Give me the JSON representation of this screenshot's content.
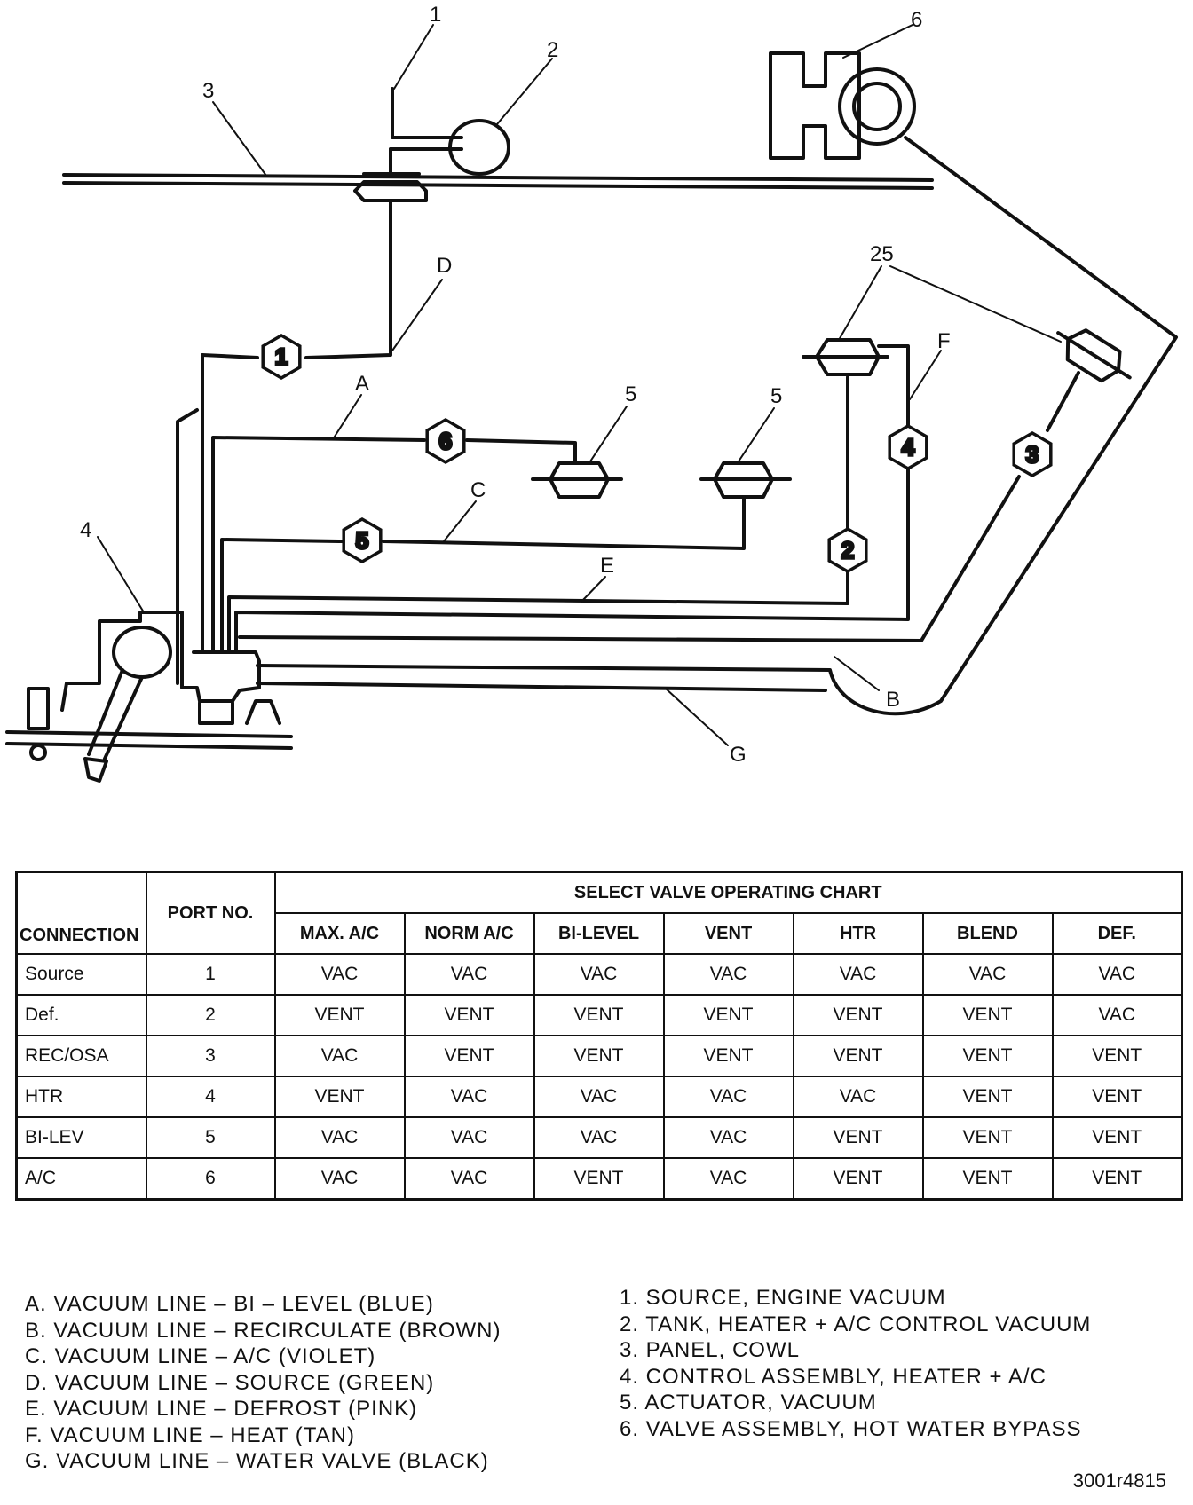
{
  "diagram": {
    "callouts": [
      "1",
      "2",
      "3",
      "4",
      "5",
      "5",
      "6",
      "25",
      "A",
      "B",
      "C",
      "D",
      "E",
      "F",
      "G"
    ],
    "port_labels": [
      "1",
      "2",
      "3",
      "4",
      "5",
      "6"
    ],
    "valve_letters": [
      "H",
      "O"
    ]
  },
  "chart": {
    "title": "SELECT VALVE OPERATING CHART",
    "connection_header": "CONNECTION",
    "port_header": "PORT NO.",
    "mode_headers": [
      "MAX. A/C",
      "NORM A/C",
      "BI-LEVEL",
      "VENT",
      "HTR",
      "BLEND",
      "DEF."
    ],
    "rows": [
      {
        "connection": "Source",
        "port": "1",
        "values": [
          "VAC",
          "VAC",
          "VAC",
          "VAC",
          "VAC",
          "VAC",
          "VAC"
        ]
      },
      {
        "connection": "Def.",
        "port": "2",
        "values": [
          "VENT",
          "VENT",
          "VENT",
          "VENT",
          "VENT",
          "VENT",
          "VAC"
        ]
      },
      {
        "connection": "REC/OSA",
        "port": "3",
        "values": [
          "VAC",
          "VENT",
          "VENT",
          "VENT",
          "VENT",
          "VENT",
          "VENT"
        ]
      },
      {
        "connection": "HTR",
        "port": "4",
        "values": [
          "VENT",
          "VAC",
          "VAC",
          "VAC",
          "VAC",
          "VENT",
          "VENT"
        ]
      },
      {
        "connection": "BI-LEV",
        "port": "5",
        "values": [
          "VAC",
          "VAC",
          "VAC",
          "VAC",
          "VENT",
          "VENT",
          "VENT"
        ]
      },
      {
        "connection": "A/C",
        "port": "6",
        "values": [
          "VAC",
          "VAC",
          "VENT",
          "VAC",
          "VENT",
          "VENT",
          "VENT"
        ]
      }
    ]
  },
  "legend_lines": [
    "A. VACUUM LINE – BI – LEVEL (BLUE)",
    "B. VACUUM LINE – RECIRCULATE (BROWN)",
    "C. VACUUM LINE – A/C (VIOLET)",
    "D. VACUUM LINE – SOURCE (GREEN)",
    "E. VACUUM LINE – DEFROST (PINK)",
    "F. VACUUM LINE – HEAT (TAN)",
    "G. VACUUM LINE – WATER VALVE (BLACK)"
  ],
  "legend_parts": [
    "1. SOURCE, ENGINE VACUUM",
    "2. TANK, HEATER + A/C CONTROL VACUUM",
    "3. PANEL, COWL",
    "4. CONTROL ASSEMBLY, HEATER + A/C",
    "5. ACTUATOR, VACUUM",
    "6. VALVE ASSEMBLY, HOT WATER BYPASS"
  ],
  "figure_id": "3001r4815"
}
